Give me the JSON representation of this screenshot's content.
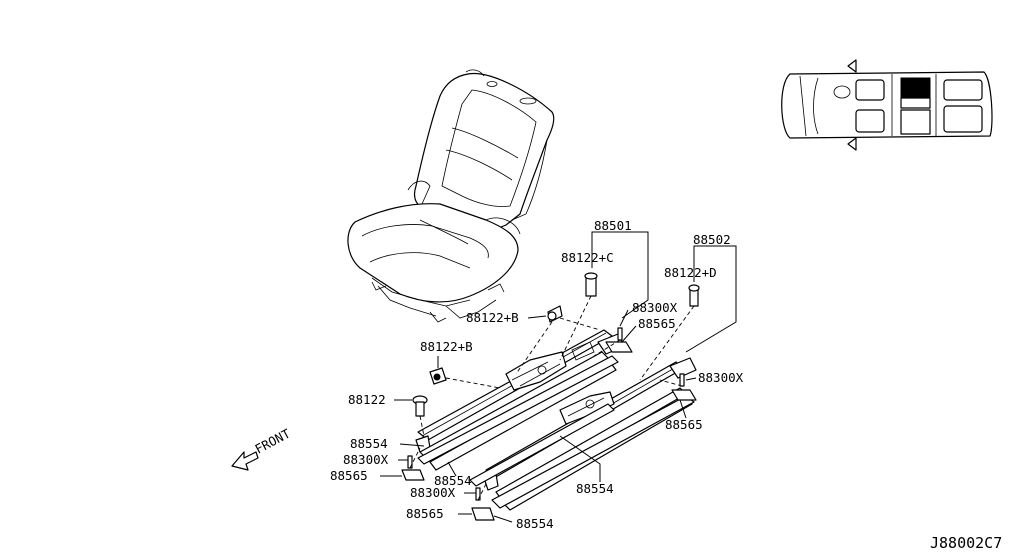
{
  "diagram": {
    "drawing_code": "J88002C7",
    "front_label": "FRONT",
    "labels": {
      "p88501": "88501",
      "p88122_c": "88122+C",
      "p88502": "88502",
      "p88122_d": "88122+D",
      "p88300x_a": "88300X",
      "p88565_a": "88565",
      "p88122_b1": "88122+B",
      "p88122_b2": "88122+B",
      "p88122": "88122",
      "p88300x_b": "88300X",
      "p88565_b": "88565",
      "p88554_a": "88554",
      "p88300x_c": "88300X",
      "p88565_c": "88565",
      "p88554_b": "88554",
      "p88300x_d": "88300X",
      "p88554_c": "88554",
      "p88565_d": "88565",
      "p88554_d": "88554"
    },
    "locator": {
      "highlighted_seat": "second-row-center"
    }
  }
}
